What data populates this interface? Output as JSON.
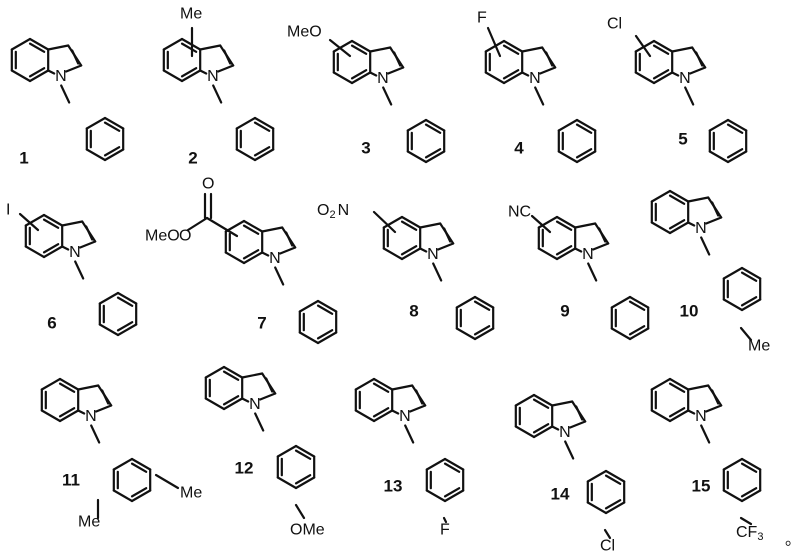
{
  "compounds": [
    {
      "number": "1"
    },
    {
      "number": "2",
      "substituent": "Me"
    },
    {
      "number": "3",
      "substituent": "MeO"
    },
    {
      "number": "4",
      "substituent": "F"
    },
    {
      "number": "5",
      "substituent": "Cl"
    },
    {
      "number": "6",
      "substituent": "I"
    },
    {
      "number": "7",
      "substituent": "MeO",
      "carbonyl_o": "O",
      "ester_o": "O"
    },
    {
      "number": "8",
      "substituent": "O",
      "nitro_n": "N",
      "nitro_sub": "2"
    },
    {
      "number": "9",
      "substituent": "NC"
    },
    {
      "number": "10",
      "aryl_substituent": "Me"
    },
    {
      "number": "11",
      "aryl_substituent_a": "Me",
      "aryl_substituent_b": "Me"
    },
    {
      "number": "12",
      "aryl_substituent": "OMe"
    },
    {
      "number": "13",
      "aryl_substituent": "F"
    },
    {
      "number": "14",
      "aryl_substituent": "Cl"
    },
    {
      "number": "15",
      "aryl_substituent": "CF",
      "aryl_sub": "3"
    }
  ],
  "atom_n": "N",
  "trailing_mark": "。"
}
